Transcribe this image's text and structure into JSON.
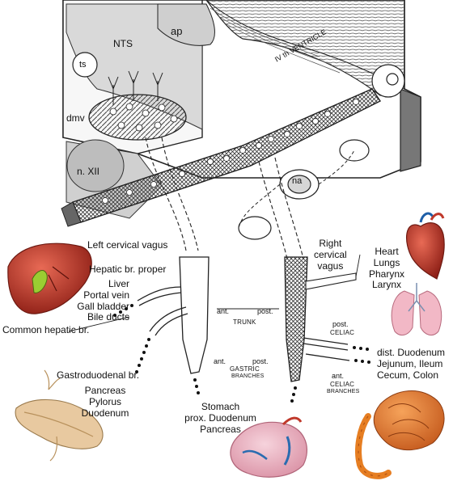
{
  "brainstem": {
    "ap": "ap",
    "nts": "NTS",
    "ts": "ts",
    "dmv": "dmv",
    "n_xii": "n. XII",
    "ventricle": "IV th VENTRICLE",
    "na": "na"
  },
  "nerves": {
    "left_vagus": "Left cervical vagus",
    "right_vagus": [
      "Right",
      "cervical",
      "vagus"
    ],
    "ant": "ant.",
    "post": "post.",
    "trunk": "TRUNK",
    "gastric_ant": "ant.",
    "gastric_post": "post.",
    "gastric": "GASTRIC",
    "gastric_branches": "BRANCHES",
    "celiac_post": "post.",
    "celiac": "CELIAC",
    "celiac_ant": "ant.",
    "celiac_ant_celiac": "CELIAC",
    "celiac_branches": "BRANCHES"
  },
  "targets": {
    "hepatic_proper": "Hepatic br. proper",
    "liver_group": [
      "Liver",
      "Portal vein",
      "Gall bladder",
      "Bile ducts"
    ],
    "common_hepatic": "Common hepatic br.",
    "gastroduodenal": "Gastroduodenal br.",
    "pancreas_group": [
      "Pancreas",
      "Pylorus",
      "Duodenum"
    ],
    "stomach_group": [
      "Stomach",
      "prox. Duodenum",
      "Pancreas"
    ],
    "thoracic_group": [
      "Heart",
      "Lungs",
      "Pharynx",
      "Larynx"
    ],
    "intestine_group": [
      "dist. Duodenum",
      "Jejunum, Ileum",
      "Cecum, Colon"
    ]
  },
  "colors": {
    "organ_red": "#c0392b",
    "organ_orange": "#e67e22",
    "lung_pink": "#f2b8c6",
    "pancreas_tan": "#e8c9a0",
    "gall_green": "#9acd32"
  }
}
